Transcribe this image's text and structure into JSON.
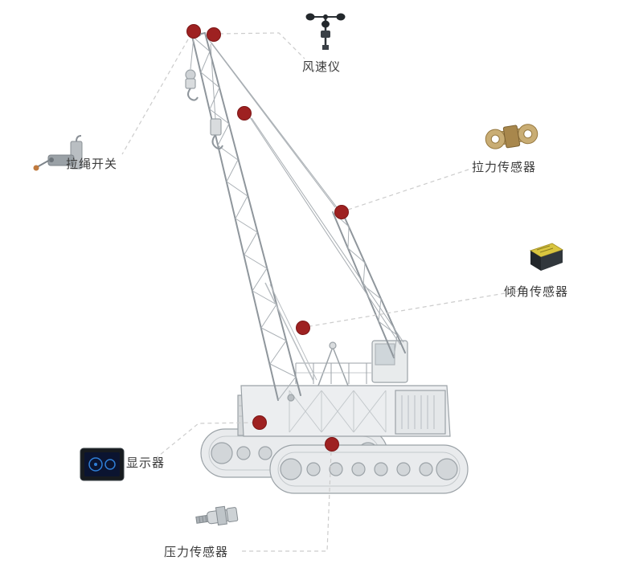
{
  "diagram": {
    "background_color": "#ffffff",
    "marker_color": "#9e2121",
    "marker_edge_color": "#7c1616",
    "connector_color": "#cccccc",
    "label_color": "#3b3b3b",
    "labels": {
      "anemometer": "风速仪",
      "pull_rope_switch": "拉绳开关",
      "tension_sensor": "拉力传感器",
      "tilt_sensor": "倾角传感器",
      "display": "显示器",
      "pressure_sensor": "压力传感器"
    }
  }
}
